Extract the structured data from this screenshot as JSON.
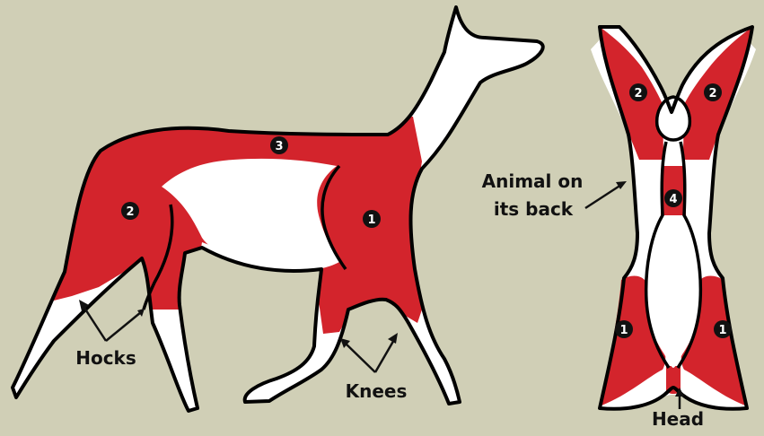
{
  "diagram": {
    "colors": {
      "background": "#d0cfb6",
      "highlight": "#d3242c",
      "body": "#ffffff",
      "outline": "#000000"
    },
    "labels": {
      "hocks": "Hocks",
      "knees": "Knees",
      "animal_on_back_line1": "Animal on",
      "animal_on_back_line2": "its back",
      "head": "Head"
    },
    "markers": {
      "side_shoulder": "1",
      "side_hindquarter": "2",
      "side_back": "3",
      "back_hind_left": "2",
      "back_hind_right": "2",
      "back_neck": "4",
      "back_front_left": "1",
      "back_front_right": "1"
    }
  }
}
